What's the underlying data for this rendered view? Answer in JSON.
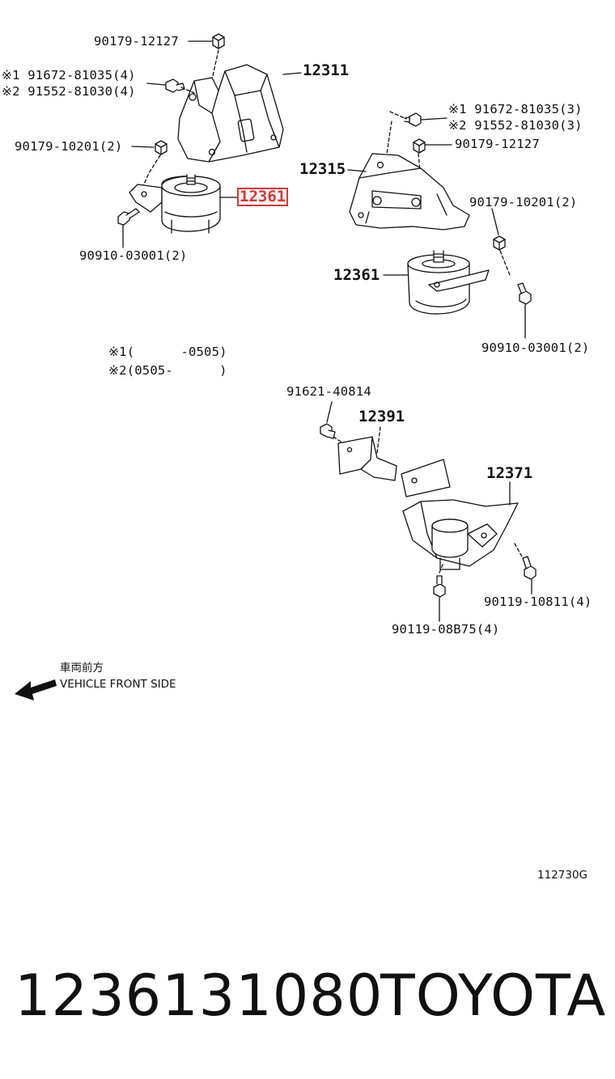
{
  "labels": {
    "nut_top": "90179-12127",
    "bolt_l_1": "※1 91672-81035(4)",
    "bolt_l_2": "※2 91552-81030(4)",
    "nut_l": "90179-10201(2)",
    "bolt_l_bottom": "90910-03001(2)",
    "bolt_r_1": "※1 91672-81035(3)",
    "bolt_r_2": "※2 91552-81030(3)",
    "nut_r": "90179-12127",
    "nut_r2": "90179-10201(2)",
    "bolt_r_bottom": "90910-03001(2)",
    "bolt_center": "91621-40814",
    "bolt_rear_1": "90119-10811(4)",
    "bolt_rear_2": "90119-08B75(4)"
  },
  "parts": {
    "bracket_l": "12311",
    "mount_l": "12361",
    "bracket_r": "12315",
    "mount_r": "12361",
    "stay": "12391",
    "mount_rear": "12371"
  },
  "notes": {
    "n1": "※1(      -0505)",
    "n2": "※2(0505-      )"
  },
  "direction": {
    "jp": "車両前方",
    "en": "VEHICLE FRONT SIDE"
  },
  "illustration_code": "112730G",
  "footer": {
    "part_number": "1236131080",
    "brand": "TOYOTA"
  },
  "colors": {
    "highlight": "#d23838",
    "ink": "#111111"
  }
}
